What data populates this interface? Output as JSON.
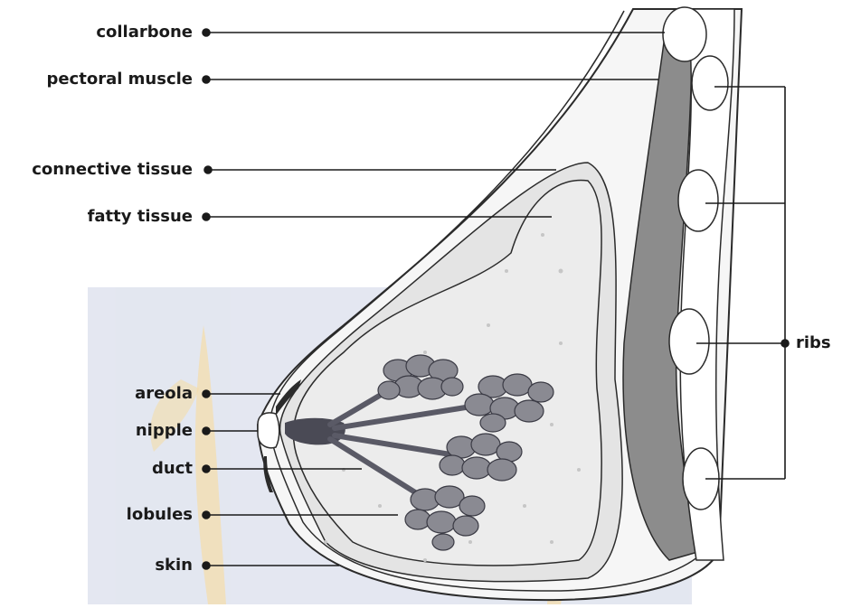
{
  "diagram": {
    "labels": {
      "collarbone": "collarbone",
      "pectoral_muscle": "pectoral muscle",
      "connective_tissue": "connective tissue",
      "fatty_tissue": "fatty tissue",
      "areola": "areola",
      "nipple": "nipple",
      "duct": "duct",
      "lobules": "lobules",
      "skin": "skin",
      "ribs": "ribs"
    },
    "colors": {
      "outline": "#2b2b2b",
      "connective": "#e4e4e4",
      "fatty": "#ececec",
      "muscle": "#8c8c8c",
      "lobule": "#8a8a92",
      "lobule_dark": "#5a5a66",
      "nipple": "#4a4a55",
      "watermark_bg": "#dfe3ee",
      "watermark_gold": "#f3d79a"
    }
  }
}
